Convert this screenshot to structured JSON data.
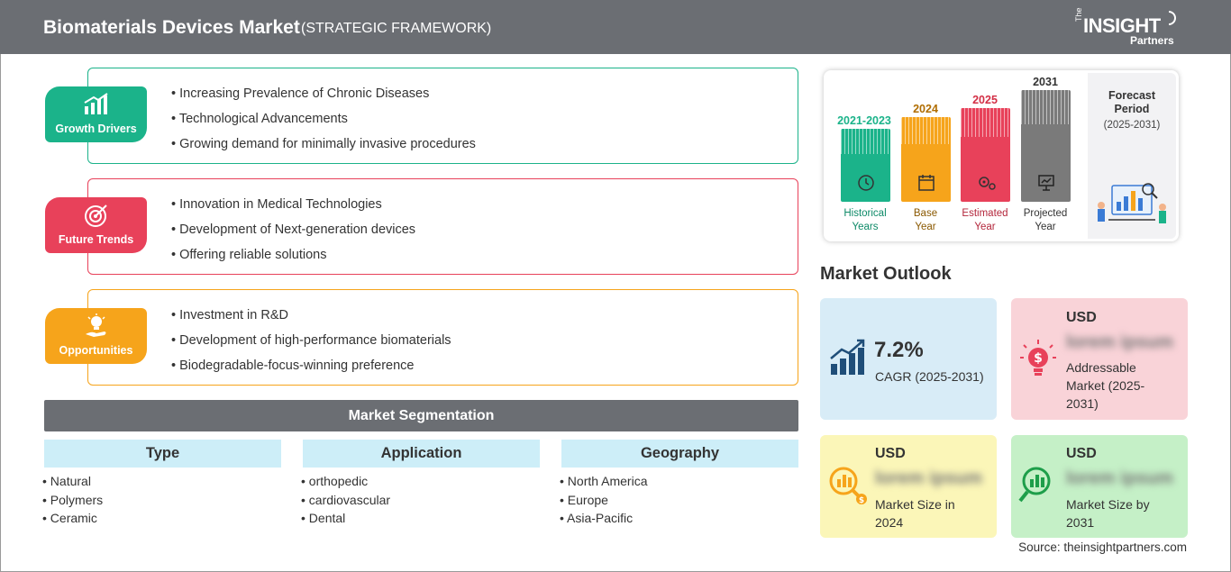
{
  "header": {
    "title": "Biomaterials Devices Market",
    "subtitle": "(STRATEGIC FRAMEWORK)",
    "logo": {
      "the": "The",
      "insight": "INSIGHT",
      "partners": "Partners"
    }
  },
  "framework": {
    "growth_drivers": {
      "label": "Growth Drivers",
      "color": "#1bb38a",
      "items": [
        "Increasing Prevalence of Chronic Diseases",
        "Technological Advancements",
        "Growing demand for minimally invasive procedures"
      ]
    },
    "future_trends": {
      "label": "Future Trends",
      "color": "#e8415a",
      "items": [
        "Innovation in Medical Technologies",
        "Development of Next-generation devices",
        "Offering reliable solutions"
      ]
    },
    "opportunities": {
      "label": "Opportunities",
      "color": "#f6a41b",
      "items": [
        "Investment in R&D",
        "Development of high-performance biomaterials",
        "Biodegradable-focus-winning preference"
      ]
    }
  },
  "segmentation": {
    "title": "Market Segmentation",
    "columns": [
      {
        "header": "Type",
        "items": [
          "Natural",
          "Polymers",
          "Ceramic"
        ]
      },
      {
        "header": "Application",
        "items": [
          "orthopedic",
          "cardiovascular",
          "Dental"
        ]
      },
      {
        "header": "Geography",
        "items": [
          "North America",
          "Europe",
          "Asia-Pacific"
        ]
      }
    ]
  },
  "timeline": {
    "bars": [
      {
        "year": "2021-2023",
        "label_1": "Historical",
        "label_2": "Years",
        "color": "#1bb38a",
        "icon": "history-clock-icon"
      },
      {
        "year": "2024",
        "label_1": "Base",
        "label_2": "Year",
        "color": "#f6a41b",
        "icon": "calendar-icon"
      },
      {
        "year": "2025",
        "label_1": "Estimated",
        "label_2": "Year",
        "color": "#e8415a",
        "icon": "estimate-gear-icon"
      },
      {
        "year": "2031",
        "label_1": "Projected",
        "label_2": "Year",
        "color": "#7a7a7a",
        "icon": "presentation-chart-icon"
      }
    ],
    "forecast": {
      "title_1": "Forecast",
      "title_2": "Period",
      "range": "(2025-2031)"
    }
  },
  "outlook": {
    "title": "Market Outlook",
    "cagr": {
      "value": "7.2%",
      "label": "CAGR (2025-2031)",
      "bg": "#d8ecf7"
    },
    "addressable": {
      "currency": "USD",
      "value": "lorem ipsum",
      "label": "Addressable Market (2025-2031)",
      "bg": "#f9d3d8"
    },
    "size_2024": {
      "currency": "USD",
      "value": "lorem ipsum",
      "label": "Market Size in 2024",
      "bg": "#fbf6b8"
    },
    "size_2031": {
      "currency": "USD",
      "value": "lorem ipsum",
      "label": "Market Size by 2031",
      "bg": "#c5f0c7"
    }
  },
  "source": "Source: theinsightpartners.com"
}
